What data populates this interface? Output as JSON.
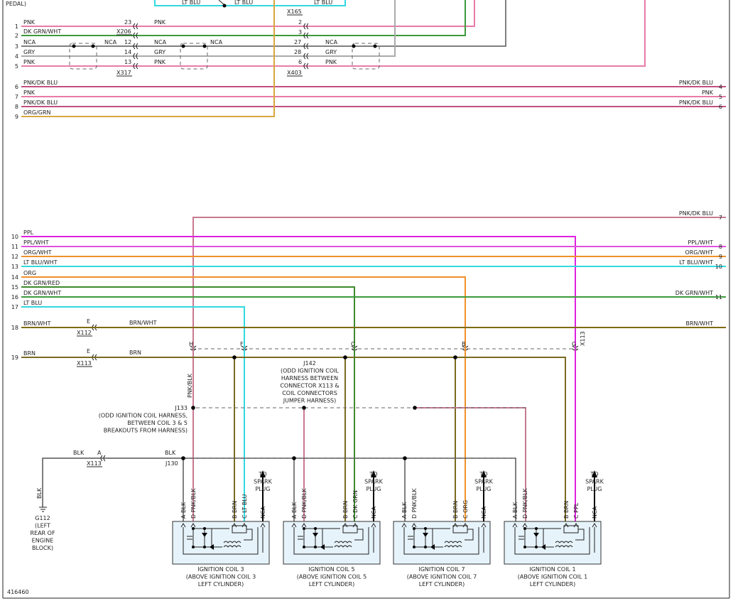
{
  "diagram_id": "416460",
  "top_fragment": {
    "pedal": "PEDAL)",
    "lt_blu_a": "LT BLU",
    "lt_blu_b": "LT BLU",
    "lt_blu_c": "LT BLU"
  },
  "connectors": {
    "x165": "X165",
    "x206": "X206",
    "x317": "X317",
    "x403": "X403",
    "x112": "X112",
    "x113a": "X113",
    "x113b": "X113",
    "x113c": "X113"
  },
  "colors": {
    "pink": "#e87aa8",
    "green": "#3c9a3c",
    "gray": "#aaaaaa",
    "dkgray": "#555555",
    "orange": "#f0902a",
    "tan": "#d9a640",
    "magenta": "#e020e0",
    "cyan": "#30d8e0",
    "brown": "#7a6a20",
    "olive": "#806a10",
    "pkblk": "#c77a90"
  },
  "left_wires": [
    {
      "num": "1",
      "label": "PNK"
    },
    {
      "num": "2",
      "label": "DK GRN/WHT"
    },
    {
      "num": "3",
      "label": "NCA"
    },
    {
      "num": "4",
      "label": "GRY"
    },
    {
      "num": "5",
      "label": "PNK"
    },
    {
      "num": "6",
      "label": "PNK/DK BLU"
    },
    {
      "num": "7",
      "label": "PNK"
    },
    {
      "num": "8",
      "label": "PNK/DK BLU"
    },
    {
      "num": "9",
      "label": "ORG/GRN"
    },
    {
      "num": "10",
      "label": "PPL"
    },
    {
      "num": "11",
      "label": "PPL/WHT"
    },
    {
      "num": "12",
      "label": "ORG/WHT"
    },
    {
      "num": "13",
      "label": "LT BLU/WHT"
    },
    {
      "num": "14",
      "label": "ORG"
    },
    {
      "num": "15",
      "label": "DK GRN/RED"
    },
    {
      "num": "16",
      "label": "DK GRN/WHT"
    },
    {
      "num": "17",
      "label": "LT BLU"
    },
    {
      "num": "18",
      "label": "BRN/WHT"
    },
    {
      "num": "19",
      "label": "BRN"
    }
  ],
  "right_wires": [
    {
      "num": "4",
      "label": "PNK/DK BLU"
    },
    {
      "num": "5",
      "label": "PNK"
    },
    {
      "num": "6",
      "label": "PNK/DK BLU"
    },
    {
      "num": "7",
      "label": "PNK/DK BLU"
    },
    {
      "num": "8",
      "label": "PPL/WHT"
    },
    {
      "num": "9",
      "label": "ORG/WHT"
    },
    {
      "num": "10",
      "label": "LT BLU/WHT"
    },
    {
      "num": "11",
      "label": "DK GRN/WHT"
    },
    {
      "num": "",
      "label": "BRN/WHT"
    }
  ],
  "pins_a": {
    "p23": "23",
    "p12": "12",
    "p14": "14",
    "p13": "13",
    "l_pnk1": "PNK",
    "l_nca1": "NCA",
    "l_nca2": "NCA",
    "l_gry1": "GRY",
    "l_pnk2": "PNK"
  },
  "pins_b": {
    "p2": "2",
    "p3": "3",
    "p27": "27",
    "p28": "28",
    "p6": "6",
    "l_nca3": "NCA",
    "l_nca4": "NCA",
    "l_gry2": "GRY",
    "l_pnk3": "PNK"
  },
  "mid_labels": {
    "e1": "E",
    "e2": "E",
    "a": "A",
    "brn_wht": "BRN/WHT",
    "brn": "BRN",
    "blk": "BLK",
    "blk2": "BLK",
    "pnk_blk": "PNK/BLK"
  },
  "pin_letters": {
    "h": "H",
    "f": "F",
    "c": "C",
    "b": "B",
    "g": "G"
  },
  "splices": {
    "j142": [
      "J142",
      "(ODD IGNITION COIL",
      "HARNESS BETWEEN",
      "CONNECTOR X113 &",
      "COIL CONNECTORS",
      "JUMPER HARNESS)"
    ],
    "j133": [
      "J133",
      "(ODD IGNITION COIL HARNESS,",
      "BETWEEN COIL 3 & 5",
      "BREAKOUTS FROM HARNESS)"
    ],
    "j130": "J130"
  },
  "ground": {
    "blk": "BLK",
    "lines": [
      "G112",
      "(LEFT",
      "REAR OF",
      "ENGINE",
      "BLOCK)"
    ]
  },
  "spark_plug": [
    "TO",
    "SPARK",
    "PLUG"
  ],
  "coils": [
    {
      "pins": [
        "A BLK",
        "D PNK/BLK",
        "B BRN",
        "C LT BLU",
        "NCA"
      ],
      "name": [
        "IGNITION COIL 3",
        "(ABOVE IGNITION COIL 3",
        "LEFT CYLINDER)"
      ]
    },
    {
      "pins": [
        "A BLK",
        "D PNK/BLK",
        "B BRN",
        "C DK GRN",
        "NCA"
      ],
      "name": [
        "IGNITION COIL 5",
        "(ABOVE IGNITION COIL 5",
        "LEFT CYLINDER)"
      ]
    },
    {
      "pins": [
        "A BLK",
        "D PNK/BLK",
        "B BRN",
        "C ORG",
        "NCA"
      ],
      "name": [
        "IGNITION COIL 7",
        "(ABOVE IGNITION COIL 7",
        "LEFT CYLINDER)"
      ]
    },
    {
      "pins": [
        "A BLK",
        "D PNK/BLK",
        "B BRN",
        "C PPL",
        "NCA"
      ],
      "name": [
        "IGNITION COIL 1",
        "(ABOVE IGNITION COIL 1",
        "LEFT CYLINDER)"
      ]
    }
  ]
}
